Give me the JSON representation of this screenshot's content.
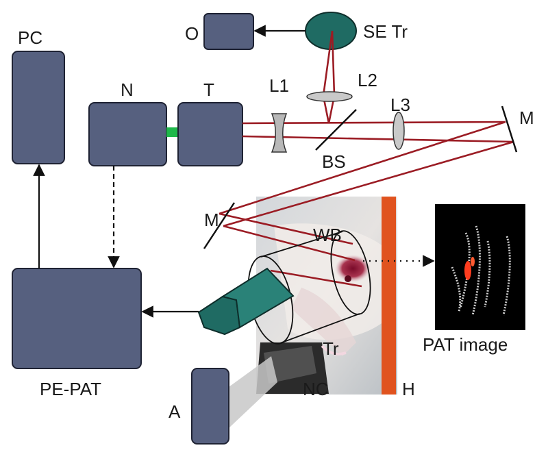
{
  "labels": {
    "pc": "PC",
    "n": "N",
    "t": "T",
    "l1": "L1",
    "l2": "L2",
    "l3": "L3",
    "o": "O",
    "se_tr": "SE Tr",
    "m_right": "M",
    "m_left": "M",
    "bs": "BS",
    "wb": "WB",
    "tr": "Tr",
    "nc": "NC",
    "h": "H",
    "a": "A",
    "pe_pat": "PE-PAT",
    "pat_image": "PAT image"
  },
  "colors": {
    "box_fill": "#56607f",
    "box_stroke": "#1e2233",
    "laser_beam": "#9b1c24",
    "fiber_link": "#1fb84a",
    "transducer_fill": "#1f6b63",
    "water_bath_plate": "#e0531f",
    "holder_arm": "#c8c8c8",
    "pat_image_bg": "#000000",
    "signal_hotspot": "#ff3c1e"
  },
  "icons": {
    "transducer": "ultrasound-transducer-icon",
    "se_transducer": "single-element-transducer-icon",
    "lens_concave": "concave-lens-icon",
    "lens_convex": "convex-lens-icon",
    "mirror": "mirror-icon",
    "beam_splitter": "beam-splitter-icon",
    "animal_photo": "animal-photo",
    "pat_scan": "pat-image"
  }
}
